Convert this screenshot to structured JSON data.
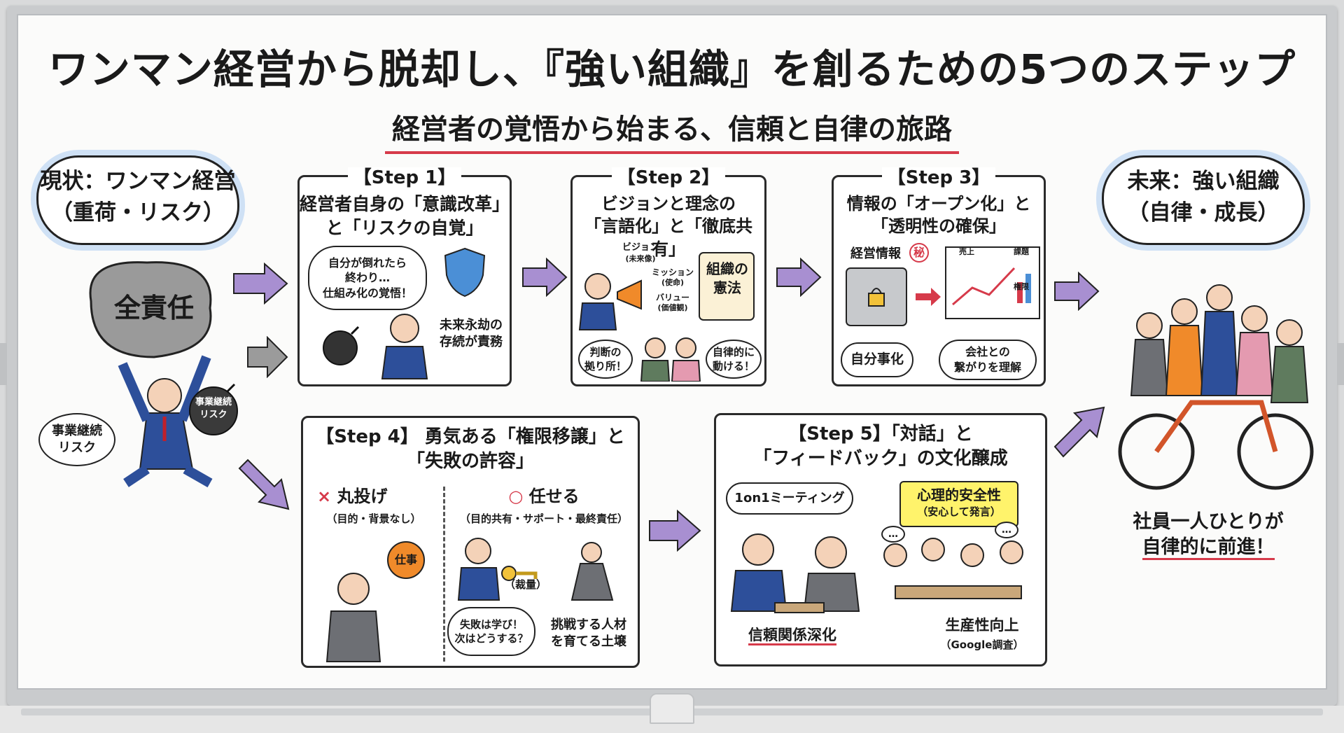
{
  "title": "ワンマン経営から脱却し、『強い組織』を創るための5つのステップ",
  "subtitle": "経営者の覚悟から始まる、信頼と自律の旅路",
  "current": {
    "heading_line1": "現状：ワンマン経営",
    "heading_line2": "（重荷・リスク）",
    "boulder_label": "全責任",
    "bomb_label_1": "事業継続",
    "bomb_label_2": "リスク",
    "bubble_line1": "事業継続",
    "bubble_line2": "リスク"
  },
  "future": {
    "heading_line1": "未来：強い組織",
    "heading_line2": "（自律・成長）",
    "caption_line1": "社員一人ひとりが",
    "caption_line2": "自律的に前進！"
  },
  "step1": {
    "tag": "【Step 1】",
    "title_line1": "経営者自身の「意識改革」",
    "title_line2": "と「リスクの自覚」",
    "thought_line1": "自分が倒れたら",
    "thought_line2": "終わり…",
    "thought_line3": "仕組み化の覚悟！",
    "caption_line1": "未来永劫の",
    "caption_line2": "存続が責務"
  },
  "step2": {
    "tag": "【Step 2】",
    "title_line1": "ビジョンと理念の",
    "title_line2": "「言語化」と「徹底共有」",
    "label_vision": "ビジョン",
    "label_vision_sub": "(未来像)",
    "label_mission": "ミッション",
    "label_mission_sub": "(使命)",
    "label_value": "バリュー",
    "label_value_sub": "(価値観)",
    "scroll_line1": "組織の",
    "scroll_line2": "憲法",
    "bubble_left_1": "判断の",
    "bubble_left_2": "拠り所！",
    "bubble_right_1": "自律的に",
    "bubble_right_2": "動ける！"
  },
  "step3": {
    "tag": "【Step 3】",
    "title_line1": "情報の「オープン化」と",
    "title_line2": "「透明性の確保」",
    "safe_label": "経営情報",
    "secret_mark": "秘",
    "board_sales": "売上",
    "board_issue": "課題",
    "board_authority": "権限",
    "bubble_left": "自分事化",
    "bubble_right_1": "会社との",
    "bubble_right_2": "繋がりを理解"
  },
  "step4": {
    "tag": "【Step 4】",
    "title_line1": "勇気ある「権限移譲」と",
    "title_line2": "「失敗の許容」",
    "bad_mark": "×",
    "bad_label": "丸投げ",
    "bad_sub": "（目的・背景なし）",
    "bad_item": "仕事",
    "good_mark": "○",
    "good_label": "任せる",
    "good_sub": "（目的共有・サポート・最終責任）",
    "key_label": "（裁量）",
    "bubble_line1": "失敗は学び！",
    "bubble_line2": "次はどうする？",
    "caption_line1": "挑戦する人材",
    "caption_line2": "を育てる土壌"
  },
  "step5": {
    "tag": "【Step 5】",
    "title_line1": "「対話」と",
    "title_line2": "「フィードバック」の文化醸成",
    "meeting_label": "1on1ミーティング",
    "safety_line1": "心理的安全性",
    "safety_line2": "（安心して発言）",
    "caption_left": "信頼関係深化",
    "caption_right_1": "生産性向上",
    "caption_right_2": "（Google調査）",
    "dots": "…"
  },
  "colors": {
    "arrow": "#a88fd1",
    "arrow_gray": "#9b9b9b",
    "accent_red": "#d63a4a",
    "cloud_glow": "#cfe1f5",
    "suit_blue": "#2d4f9a",
    "highlight_yellow": "#fff36b"
  }
}
